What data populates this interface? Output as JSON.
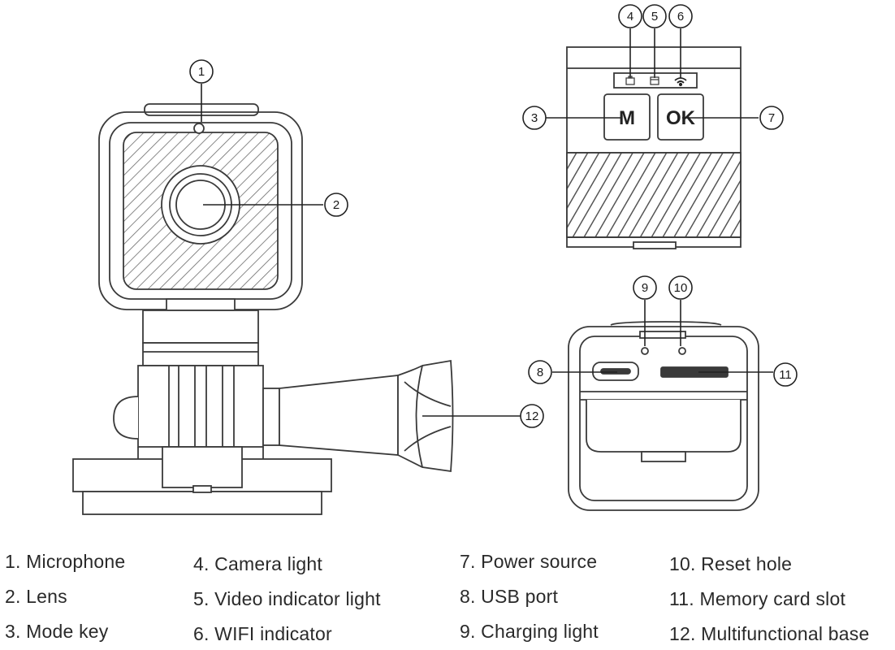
{
  "callouts": [
    {
      "id": "1",
      "label": "1"
    },
    {
      "id": "2",
      "label": "2"
    },
    {
      "id": "3",
      "label": "3"
    },
    {
      "id": "4",
      "label": "4"
    },
    {
      "id": "5",
      "label": "5"
    },
    {
      "id": "6",
      "label": "6"
    },
    {
      "id": "7",
      "label": "7"
    },
    {
      "id": "8",
      "label": "8"
    },
    {
      "id": "9",
      "label": "9"
    },
    {
      "id": "10",
      "label": "10"
    },
    {
      "id": "11",
      "label": "11"
    },
    {
      "id": "12",
      "label": "12"
    }
  ],
  "buttons": {
    "mode": "M",
    "ok": "OK"
  },
  "legend": [
    {
      "text": "1. Microphone"
    },
    {
      "text": "2. Lens"
    },
    {
      "text": "3. Mode key"
    },
    {
      "text": "4. Camera light"
    },
    {
      "text": "5. Video indicator light"
    },
    {
      "text": "6. WIFI indicator"
    },
    {
      "text": "7. Power source"
    },
    {
      "text": "8. USB port"
    },
    {
      "text": "9. Charging light"
    },
    {
      "text": "10. Reset hole"
    },
    {
      "text": "11. Memory card slot"
    },
    {
      "text": "12. Multifunctional base"
    }
  ],
  "icons": {
    "camera_light": "camera-light-icon",
    "video_light": "video-light-icon",
    "wifi": "wifi-icon"
  }
}
